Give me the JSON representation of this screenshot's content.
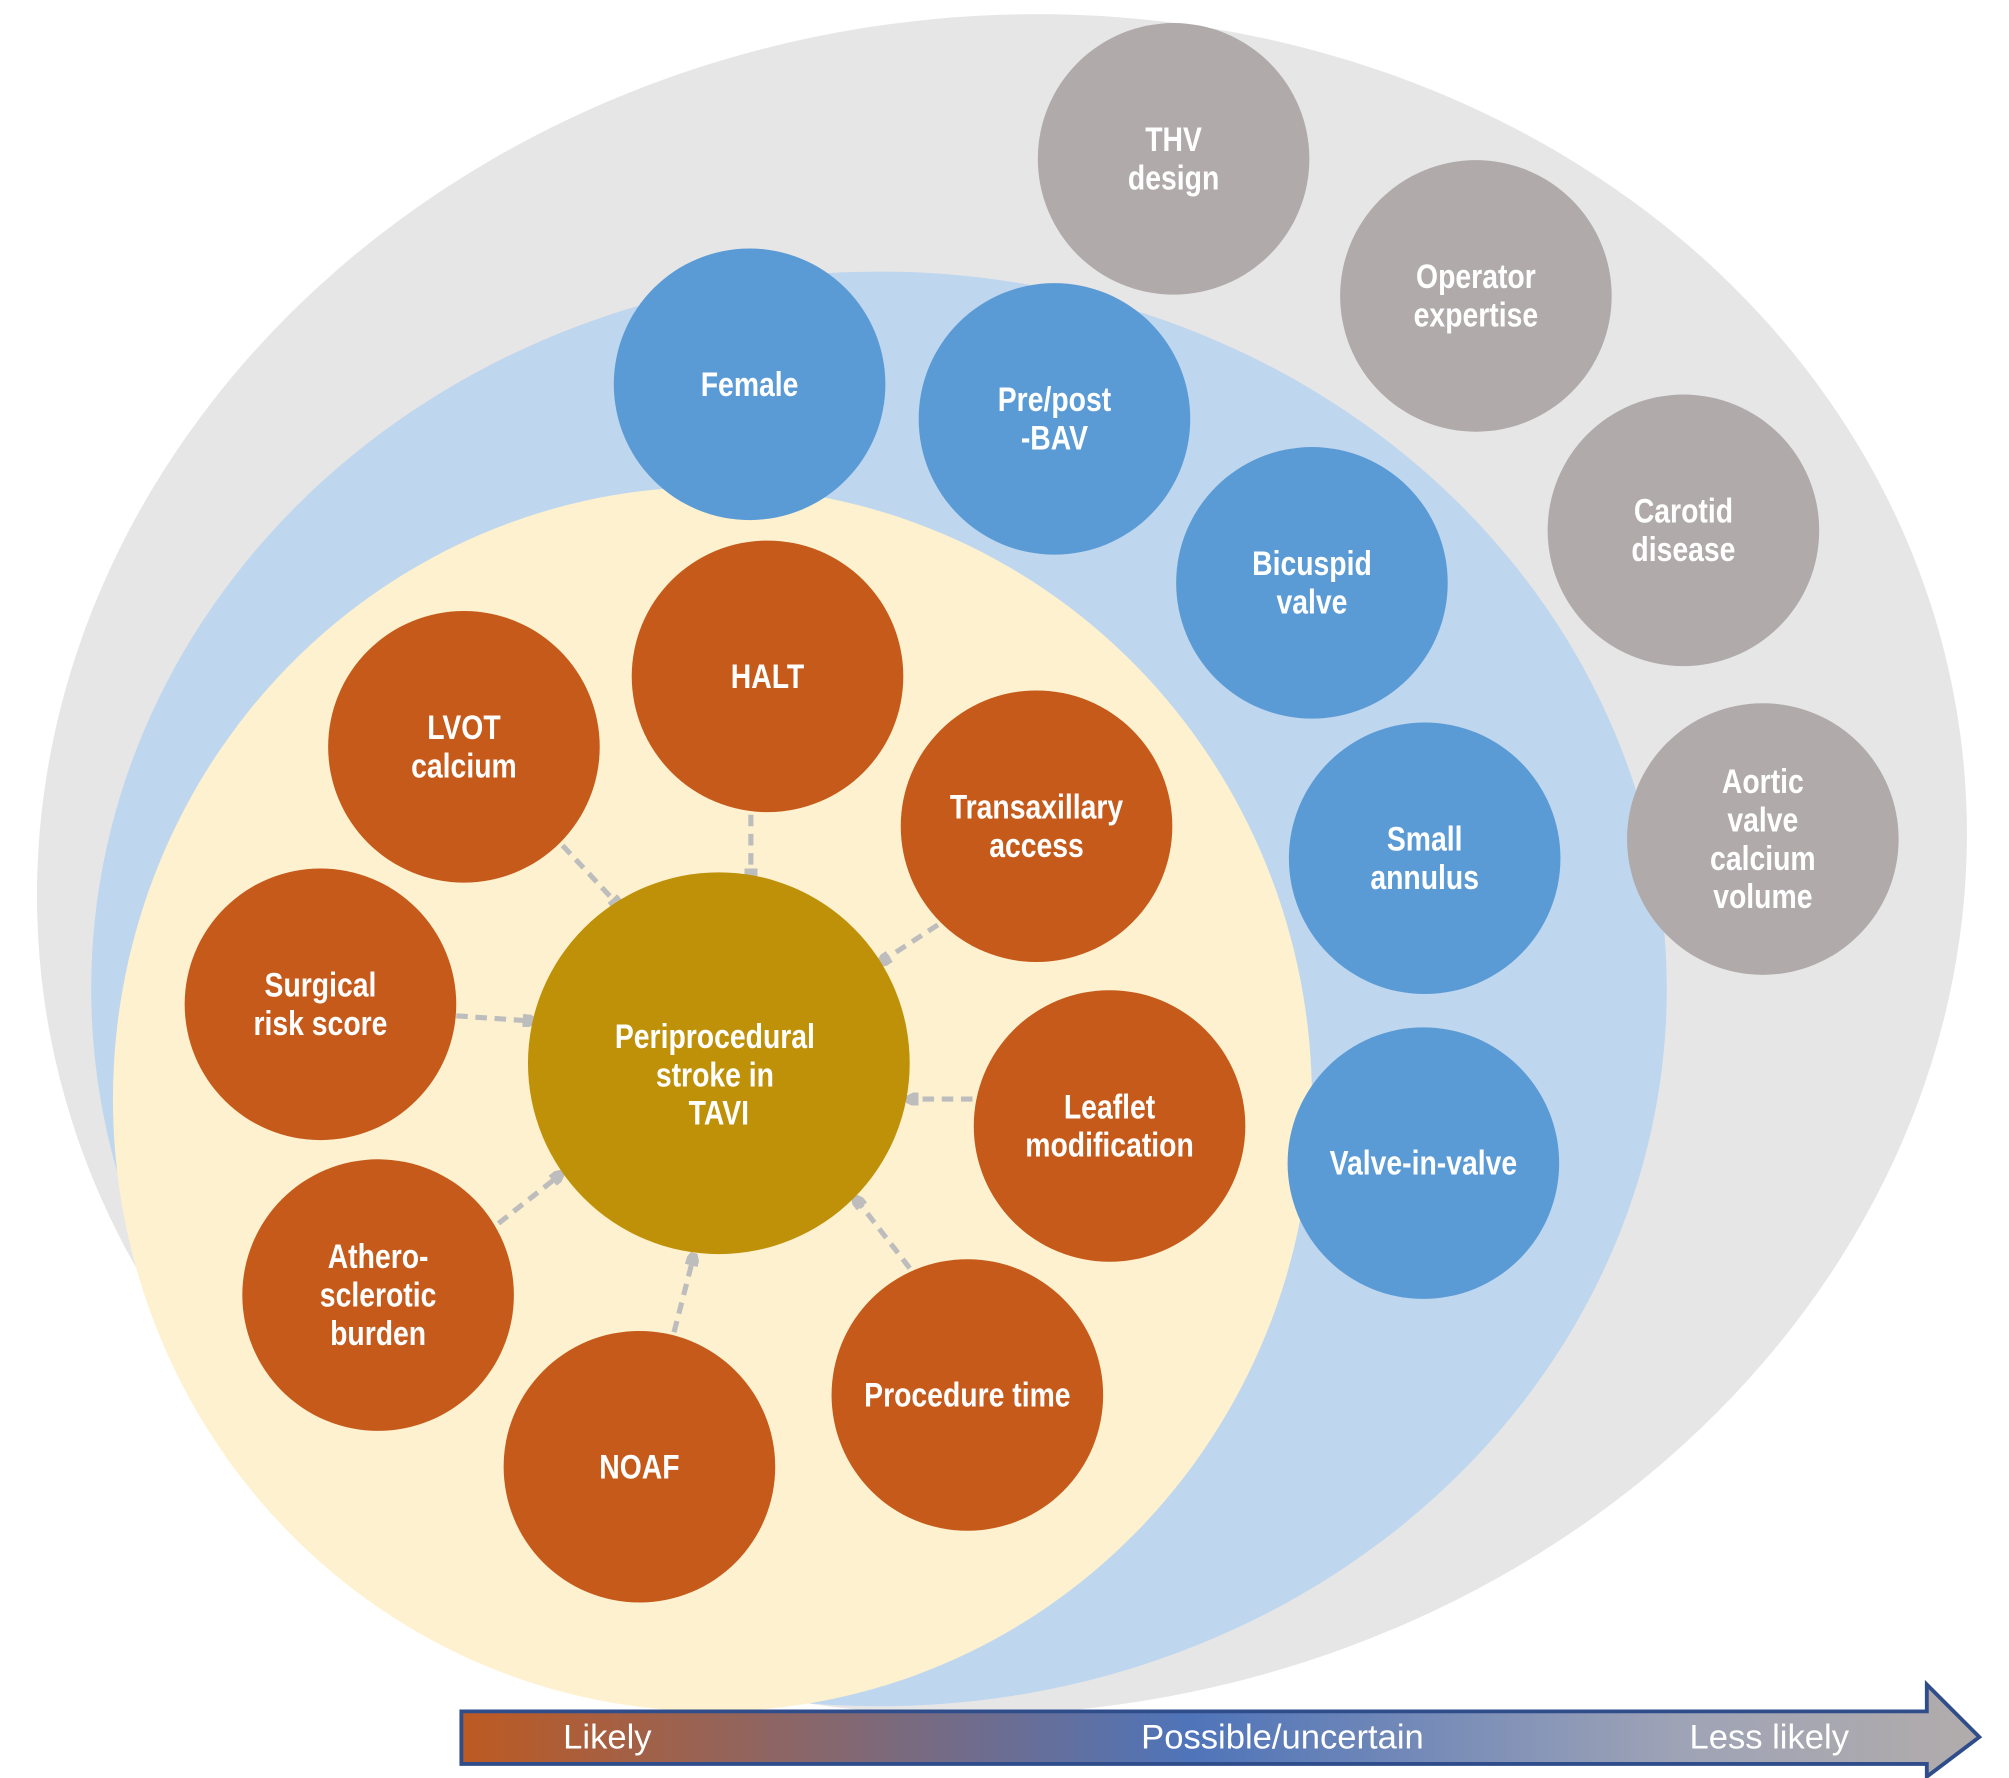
{
  "title_center": [
    "Periprocedural",
    "stroke in",
    "TAVI"
  ],
  "colors": {
    "outer_zone": "#e7e6e7",
    "middle_zone": "#bed6ee",
    "inner_zone": "#fdf1cf",
    "likely_node": "#c55a1a",
    "possible_node": "#5b9bd5",
    "less_likely_node": "#b0aaab",
    "center_node": "#bf9109",
    "arrow": "#bdbdbd"
  },
  "nodes": [
    {
      "id": "thv-design",
      "group": "less_likely",
      "lines": [
        "THV",
        "design"
      ]
    },
    {
      "id": "operator-expertise",
      "group": "less_likely",
      "lines": [
        "Operator",
        "expertise"
      ]
    },
    {
      "id": "carotid-disease",
      "group": "less_likely",
      "lines": [
        "Carotid",
        "disease"
      ]
    },
    {
      "id": "aortic-valve-calcium-volume",
      "group": "less_likely",
      "lines": [
        "Aortic",
        "valve",
        "calcium",
        "volume"
      ]
    },
    {
      "id": "female",
      "group": "possible",
      "lines": [
        "Female"
      ]
    },
    {
      "id": "pre-post-bav",
      "group": "possible",
      "lines": [
        "Pre/post",
        "-BAV"
      ]
    },
    {
      "id": "bicuspid-valve",
      "group": "possible",
      "lines": [
        "Bicuspid",
        "valve"
      ]
    },
    {
      "id": "small-annulus",
      "group": "possible",
      "lines": [
        "Small",
        "annulus"
      ]
    },
    {
      "id": "valve-in-valve",
      "group": "possible",
      "lines": [
        "Valve-in-valve"
      ]
    },
    {
      "id": "halt",
      "group": "likely",
      "lines": [
        "HALT"
      ]
    },
    {
      "id": "lvot-calcium",
      "group": "likely",
      "lines": [
        "LVOT",
        "calcium"
      ]
    },
    {
      "id": "transaxillary-access",
      "group": "likely",
      "lines": [
        "Transaxillary",
        "access"
      ]
    },
    {
      "id": "surgical-risk-score",
      "group": "likely",
      "lines": [
        "Surgical",
        "risk score"
      ]
    },
    {
      "id": "leaflet-modification",
      "group": "likely",
      "lines": [
        "Leaflet",
        "modification"
      ]
    },
    {
      "id": "atherosclerotic-burden",
      "group": "likely",
      "lines": [
        "Athero-",
        "sclerotic",
        "burden"
      ]
    },
    {
      "id": "noaf",
      "group": "likely",
      "lines": [
        "NOAF"
      ]
    },
    {
      "id": "procedure-time",
      "group": "likely",
      "lines": [
        "Procedure time"
      ]
    }
  ],
  "scale": {
    "likely": "Likely",
    "possible": "Possible/uncertain",
    "less_likely": "Less likely"
  }
}
